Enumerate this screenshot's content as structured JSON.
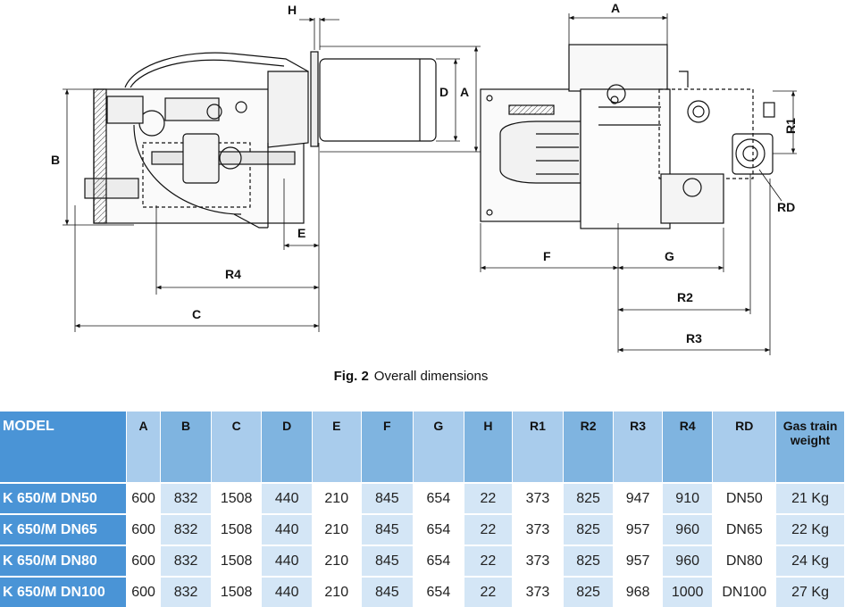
{
  "figure": {
    "labels": {
      "H": "H",
      "B": "B",
      "D": "D",
      "A_left": "A",
      "E": "E",
      "R4": "R4",
      "C": "C",
      "A_top": "A",
      "R1": "R1",
      "RD": "RD",
      "F": "F",
      "G": "G",
      "R2": "R2",
      "R3": "R3"
    },
    "caption_prefix": "Fig. 2",
    "caption_text": "Overall dimensions"
  },
  "table": {
    "headers": [
      "MODEL",
      "A",
      "B",
      "C",
      "D",
      "E",
      "F",
      "G",
      "H",
      "R1",
      "R2",
      "R3",
      "R4",
      "RD",
      "Gas train weight"
    ],
    "rows": [
      [
        "K 650/M DN50",
        "600",
        "832",
        "1508",
        "440",
        "210",
        "845",
        "654",
        "22",
        "373",
        "825",
        "947",
        "910",
        "DN50",
        "21 Kg"
      ],
      [
        "K 650/M DN65",
        "600",
        "832",
        "1508",
        "440",
        "210",
        "845",
        "654",
        "22",
        "373",
        "825",
        "957",
        "960",
        "DN65",
        "22 Kg"
      ],
      [
        "K 650/M DN80",
        "600",
        "832",
        "1508",
        "440",
        "210",
        "845",
        "654",
        "22",
        "373",
        "825",
        "957",
        "960",
        "DN80",
        "24 Kg"
      ],
      [
        "K 650/M DN100",
        "600",
        "832",
        "1508",
        "440",
        "210",
        "845",
        "654",
        "22",
        "373",
        "825",
        "968",
        "1000",
        "DN100",
        "27 Kg"
      ]
    ]
  },
  "colors": {
    "header_model": "#4a94d6",
    "header_primary": "#7fb4e0",
    "header_alt": "#a9ccec",
    "row_shade": "#d4e6f6"
  }
}
